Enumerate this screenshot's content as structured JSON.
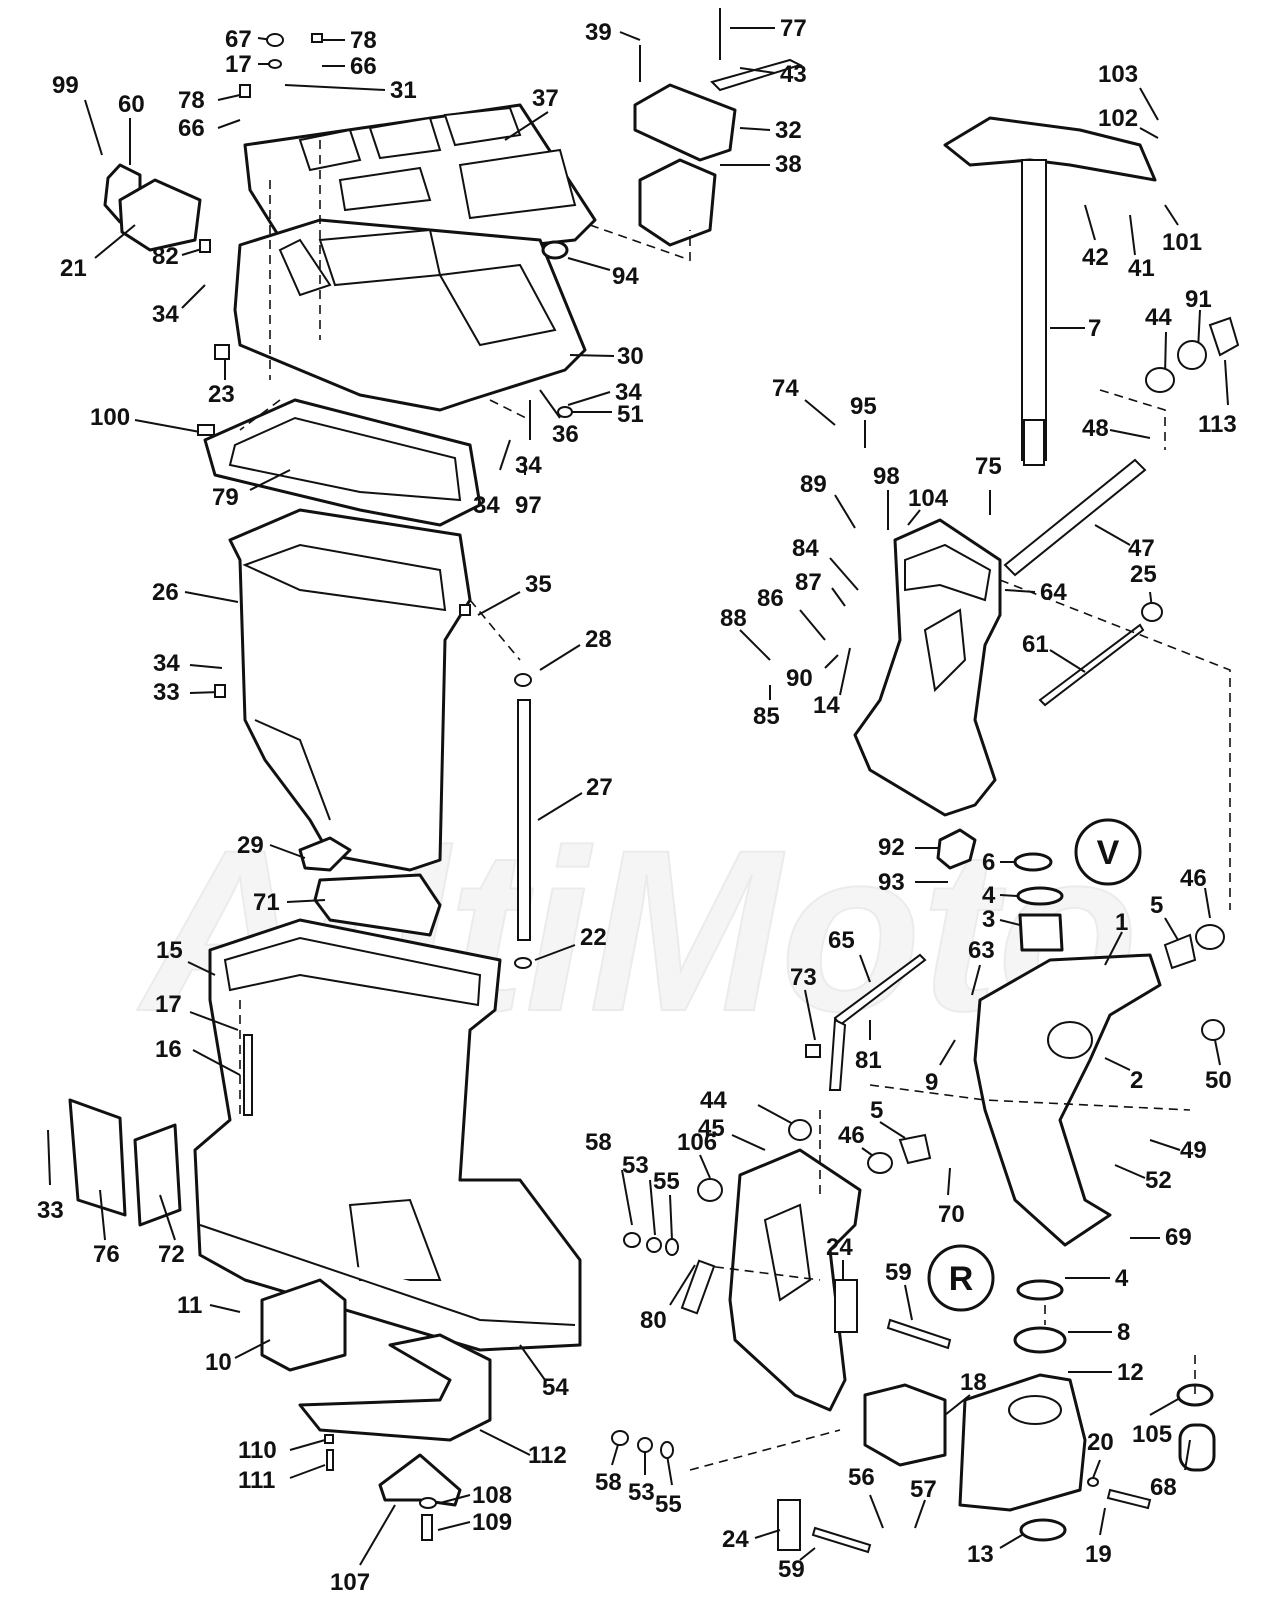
{
  "watermark": {
    "text": "AdtiMoto"
  },
  "badges": [
    {
      "id": "v-badge",
      "symbol": "V"
    },
    {
      "id": "r-badge",
      "symbol": "R"
    }
  ],
  "callouts": [
    {
      "n": "67"
    },
    {
      "n": "78"
    },
    {
      "n": "17"
    },
    {
      "n": "66"
    },
    {
      "n": "31"
    },
    {
      "n": "78"
    },
    {
      "n": "66"
    },
    {
      "n": "99"
    },
    {
      "n": "60"
    },
    {
      "n": "21"
    },
    {
      "n": "37"
    },
    {
      "n": "39"
    },
    {
      "n": "77"
    },
    {
      "n": "43"
    },
    {
      "n": "32"
    },
    {
      "n": "38"
    },
    {
      "n": "103"
    },
    {
      "n": "102"
    },
    {
      "n": "101"
    },
    {
      "n": "42"
    },
    {
      "n": "41"
    },
    {
      "n": "82"
    },
    {
      "n": "34"
    },
    {
      "n": "94"
    },
    {
      "n": "30"
    },
    {
      "n": "23"
    },
    {
      "n": "34"
    },
    {
      "n": "51"
    },
    {
      "n": "36"
    },
    {
      "n": "34"
    },
    {
      "n": "100"
    },
    {
      "n": "79"
    },
    {
      "n": "34"
    },
    {
      "n": "97"
    },
    {
      "n": "7"
    },
    {
      "n": "44"
    },
    {
      "n": "91"
    },
    {
      "n": "113"
    },
    {
      "n": "48"
    },
    {
      "n": "74"
    },
    {
      "n": "95"
    },
    {
      "n": "89"
    },
    {
      "n": "98"
    },
    {
      "n": "104"
    },
    {
      "n": "75"
    },
    {
      "n": "47"
    },
    {
      "n": "26"
    },
    {
      "n": "35"
    },
    {
      "n": "28"
    },
    {
      "n": "34"
    },
    {
      "n": "33"
    },
    {
      "n": "84"
    },
    {
      "n": "87"
    },
    {
      "n": "86"
    },
    {
      "n": "88"
    },
    {
      "n": "90"
    },
    {
      "n": "85"
    },
    {
      "n": "14"
    },
    {
      "n": "64"
    },
    {
      "n": "25"
    },
    {
      "n": "61"
    },
    {
      "n": "27"
    },
    {
      "n": "29"
    },
    {
      "n": "71"
    },
    {
      "n": "92"
    },
    {
      "n": "6"
    },
    {
      "n": "93"
    },
    {
      "n": "4"
    },
    {
      "n": "3"
    },
    {
      "n": "46"
    },
    {
      "n": "5"
    },
    {
      "n": "1"
    },
    {
      "n": "22"
    },
    {
      "n": "15"
    },
    {
      "n": "65"
    },
    {
      "n": "73"
    },
    {
      "n": "63"
    },
    {
      "n": "17"
    },
    {
      "n": "16"
    },
    {
      "n": "81"
    },
    {
      "n": "9"
    },
    {
      "n": "2"
    },
    {
      "n": "50"
    },
    {
      "n": "44"
    },
    {
      "n": "45"
    },
    {
      "n": "5"
    },
    {
      "n": "46"
    },
    {
      "n": "49"
    },
    {
      "n": "52"
    },
    {
      "n": "33"
    },
    {
      "n": "58"
    },
    {
      "n": "53"
    },
    {
      "n": "106"
    },
    {
      "n": "55"
    },
    {
      "n": "70"
    },
    {
      "n": "69"
    },
    {
      "n": "76"
    },
    {
      "n": "72"
    },
    {
      "n": "24"
    },
    {
      "n": "4"
    },
    {
      "n": "59"
    },
    {
      "n": "8"
    },
    {
      "n": "80"
    },
    {
      "n": "11"
    },
    {
      "n": "10"
    },
    {
      "n": "54"
    },
    {
      "n": "12"
    },
    {
      "n": "18"
    },
    {
      "n": "105"
    },
    {
      "n": "112"
    },
    {
      "n": "110"
    },
    {
      "n": "111"
    },
    {
      "n": "20"
    },
    {
      "n": "68"
    },
    {
      "n": "58"
    },
    {
      "n": "53"
    },
    {
      "n": "55"
    },
    {
      "n": "56"
    },
    {
      "n": "57"
    },
    {
      "n": "108"
    },
    {
      "n": "109"
    },
    {
      "n": "24"
    },
    {
      "n": "59"
    },
    {
      "n": "13"
    },
    {
      "n": "19"
    },
    {
      "n": "107"
    }
  ]
}
